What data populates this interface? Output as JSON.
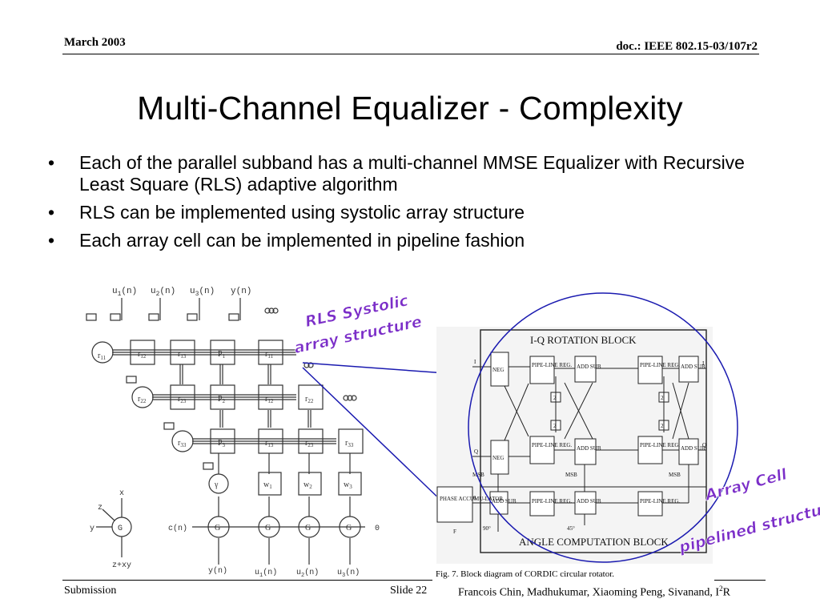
{
  "header": {
    "date": "March 2003",
    "doc_id": "doc.: IEEE 802.15-03/107r2"
  },
  "slide": {
    "title": "Multi-Channel Equalizer - Complexity",
    "bullets": [
      "Each of the parallel subband has a multi-channel MMSE Equalizer with Recursive Least Square (RLS) adaptive algorithm",
      "RLS can be implemented using systolic array structure",
      "Each array cell can be implemented in pipeline fashion"
    ]
  },
  "systolic": {
    "inputs": [
      "u",
      "u",
      "u",
      "y(n)"
    ],
    "input_subs": [
      "1",
      "2",
      "3"
    ],
    "cells": [
      "r",
      "r",
      "r",
      "P",
      "r",
      "r",
      "r",
      "P",
      "r",
      "r",
      "r",
      "P",
      "r",
      "r",
      "r"
    ],
    "bottom_outputs": [
      "y(n)",
      "u",
      "u",
      "u"
    ],
    "c_label": "c(n)",
    "zero_label": "0",
    "legend_labels": [
      "z",
      "y",
      "G",
      "x",
      "z+xy"
    ]
  },
  "cordic": {
    "block_title": "I-Q ROTATION BLOCK",
    "angle_title": "ANGLE COMPUTATION BLOCK",
    "caption": "Fig. 7.    Block diagram of CORDIC circular rotator.",
    "neg": "NEG",
    "pipe": "PIPE-LINE REG.",
    "addsub": "ADD SUB",
    "phase_acc": "PHASE ACCUMU-LATOR",
    "msb": "MSB",
    "deg90": "90°",
    "deg45": "45°",
    "port_in": "I",
    "port_q": "Q",
    "port_fr": "F",
    "port_theta": "θ",
    "shift2": "2",
    "shift2n": "2",
    "out_i": "I",
    "out_q": "Q"
  },
  "annotations": {
    "rls": [
      "RLS Systolic",
      "array structure"
    ],
    "cell": [
      "Array Cell",
      "pipelined structure"
    ],
    "color": "#7b2ec8"
  },
  "footer": {
    "submission": "Submission",
    "slide": "Slide 22",
    "authors": "Francois Chin, Madhukumar, Xiaoming Peng, Sivanand, I",
    "authors_sup": "2",
    "authors_end": "R"
  }
}
